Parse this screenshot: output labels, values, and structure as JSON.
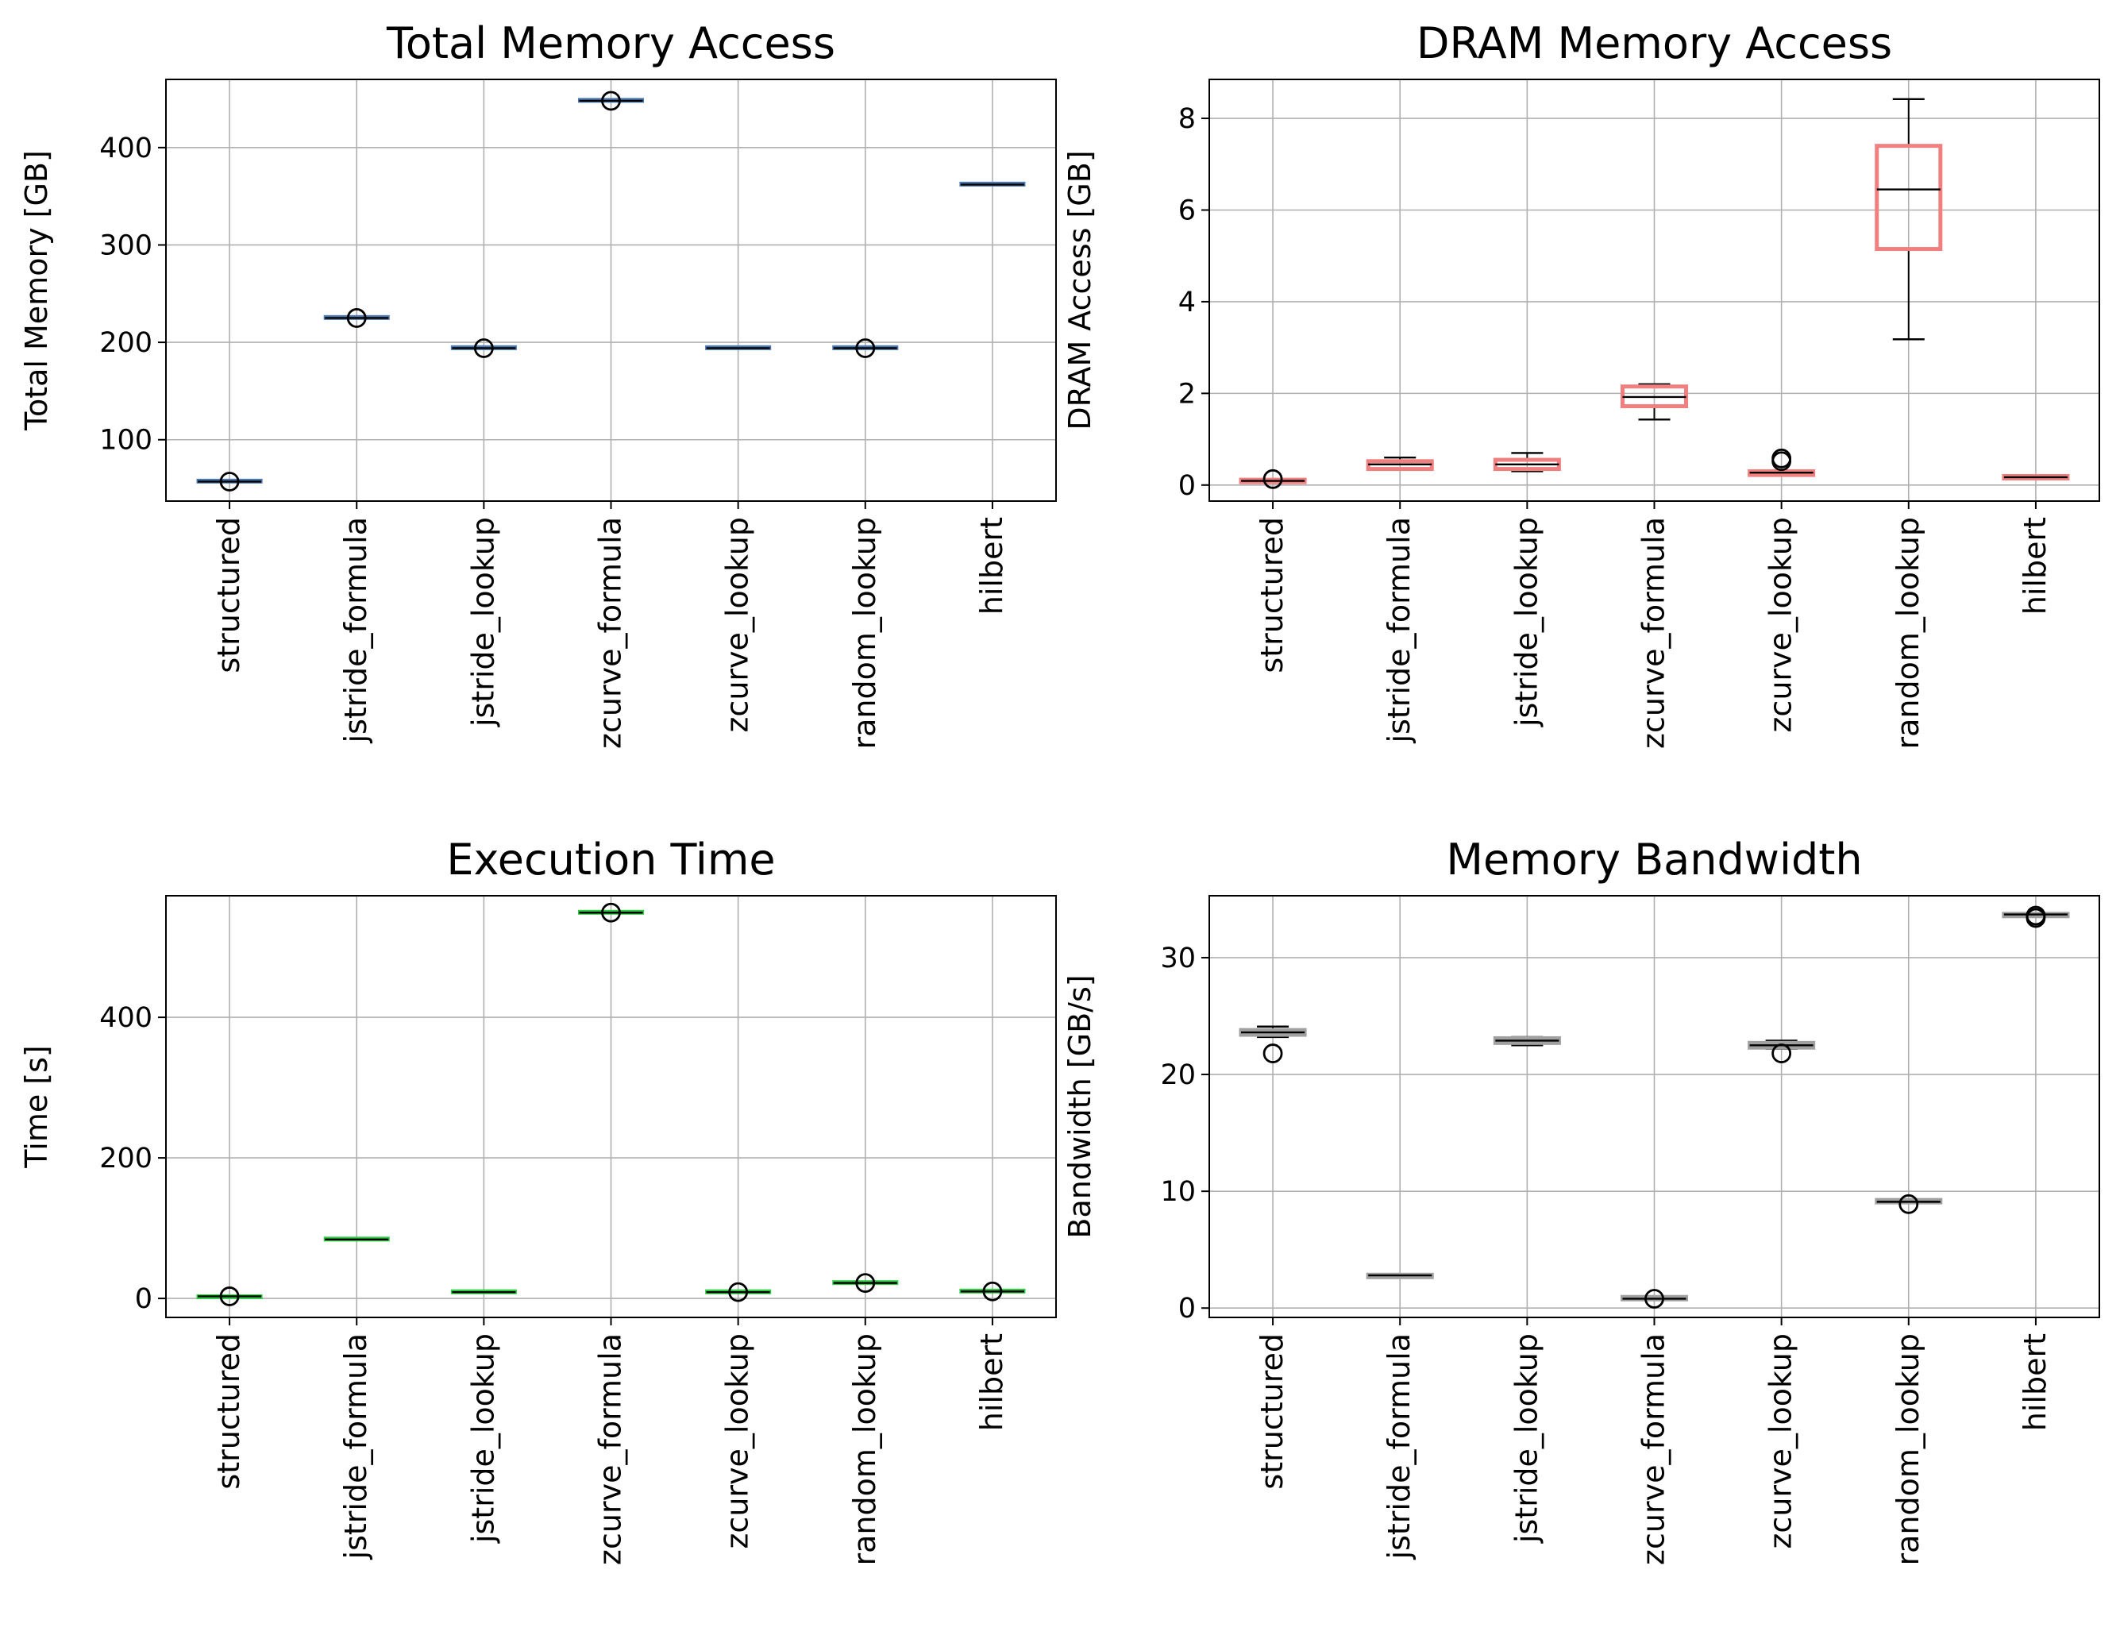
{
  "chart_data": [
    {
      "type": "boxplot",
      "title": "Total Memory Access",
      "xlabel": "",
      "ylabel": "Total Memory [GB]",
      "categories": [
        "structured",
        "jstride_formula",
        "jstride_lookup",
        "zcurve_formula",
        "zcurve_lookup",
        "random_lookup",
        "hilbert"
      ],
      "ylim": [
        37,
        470
      ],
      "yticks": [
        100,
        200,
        300,
        400
      ],
      "grid": true,
      "box_color": "#4a78b0",
      "boxes": [
        {
          "whislo": 57,
          "q1": 57,
          "med": 57,
          "q3": 58,
          "whishi": 58,
          "fliers": [
            57
          ]
        },
        {
          "whislo": 225,
          "q1": 225,
          "med": 225,
          "q3": 226,
          "whishi": 226,
          "fliers": [
            225
          ]
        },
        {
          "whislo": 194,
          "q1": 194,
          "med": 194,
          "q3": 195,
          "whishi": 195,
          "fliers": [
            194
          ]
        },
        {
          "whislo": 448,
          "q1": 448,
          "med": 448,
          "q3": 449,
          "whishi": 449,
          "fliers": [
            448
          ]
        },
        {
          "whislo": 194,
          "q1": 194,
          "med": 194,
          "q3": 195,
          "whishi": 195,
          "fliers": []
        },
        {
          "whislo": 194,
          "q1": 194,
          "med": 194,
          "q3": 195,
          "whishi": 195,
          "fliers": [
            194
          ]
        },
        {
          "whislo": 362,
          "q1": 362,
          "med": 362,
          "q3": 363,
          "whishi": 363,
          "fliers": []
        }
      ]
    },
    {
      "type": "boxplot",
      "title": "DRAM Memory Access",
      "xlabel": "",
      "ylabel": "DRAM Access [GB]",
      "categories": [
        "structured",
        "jstride_formula",
        "jstride_lookup",
        "zcurve_formula",
        "zcurve_lookup",
        "random_lookup",
        "hilbert"
      ],
      "ylim": [
        -0.35,
        8.85
      ],
      "yticks": [
        0,
        2,
        4,
        6,
        8
      ],
      "grid": true,
      "box_color": "#f08080",
      "boxes": [
        {
          "whislo": 0.07,
          "q1": 0.07,
          "med": 0.09,
          "q3": 0.11,
          "whishi": 0.12,
          "fliers": [
            0.13
          ]
        },
        {
          "whislo": 0.33,
          "q1": 0.35,
          "med": 0.45,
          "q3": 0.52,
          "whishi": 0.6,
          "fliers": []
        },
        {
          "whislo": 0.3,
          "q1": 0.35,
          "med": 0.45,
          "q3": 0.55,
          "whishi": 0.7,
          "fliers": []
        },
        {
          "whislo": 1.43,
          "q1": 1.72,
          "med": 1.92,
          "q3": 2.15,
          "whishi": 2.2,
          "fliers": []
        },
        {
          "whislo": 0.2,
          "q1": 0.22,
          "med": 0.27,
          "q3": 0.3,
          "whishi": 0.32,
          "fliers": [
            0.52,
            0.58
          ]
        },
        {
          "whislo": 3.18,
          "q1": 5.15,
          "med": 6.45,
          "q3": 7.4,
          "whishi": 8.42,
          "fliers": []
        },
        {
          "whislo": 0.15,
          "q1": 0.15,
          "med": 0.17,
          "q3": 0.19,
          "whishi": 0.19,
          "fliers": []
        }
      ]
    },
    {
      "type": "boxplot",
      "title": "Execution Time",
      "xlabel": "",
      "ylabel": "Time [s]",
      "categories": [
        "structured",
        "jstride_formula",
        "jstride_lookup",
        "zcurve_formula",
        "zcurve_lookup",
        "random_lookup",
        "hilbert"
      ],
      "ylim": [
        -27,
        573
      ],
      "yticks": [
        0,
        200,
        400
      ],
      "grid": true,
      "box_color": "#2ecc40",
      "boxes": [
        {
          "whislo": 2,
          "q1": 2,
          "med": 3,
          "q3": 3,
          "whishi": 3,
          "fliers": [
            3
          ]
        },
        {
          "whislo": 84,
          "q1": 84,
          "med": 84,
          "q3": 85,
          "whishi": 85,
          "fliers": []
        },
        {
          "whislo": 9,
          "q1": 9,
          "med": 9,
          "q3": 10,
          "whishi": 10,
          "fliers": []
        },
        {
          "whislo": 549,
          "q1": 549,
          "med": 549,
          "q3": 550,
          "whishi": 550,
          "fliers": [
            549
          ]
        },
        {
          "whislo": 9,
          "q1": 9,
          "med": 9,
          "q3": 10,
          "whishi": 10,
          "fliers": [
            9
          ]
        },
        {
          "whislo": 22,
          "q1": 22,
          "med": 22,
          "q3": 23,
          "whishi": 23,
          "fliers": [
            22
          ]
        },
        {
          "whislo": 10,
          "q1": 10,
          "med": 10,
          "q3": 11,
          "whishi": 11,
          "fliers": [
            10
          ]
        }
      ]
    },
    {
      "type": "boxplot",
      "title": "Memory Bandwidth",
      "xlabel": "",
      "ylabel": "Bandwidth [GB/s]",
      "categories": [
        "structured",
        "jstride_formula",
        "jstride_lookup",
        "zcurve_formula",
        "zcurve_lookup",
        "random_lookup",
        "hilbert"
      ],
      "ylim": [
        -0.8,
        35.3
      ],
      "yticks": [
        0,
        10,
        20,
        30
      ],
      "grid": true,
      "box_color": "#a0a0a0",
      "boxes": [
        {
          "whislo": 23.2,
          "q1": 23.4,
          "med": 23.6,
          "q3": 23.8,
          "whishi": 24.1,
          "fliers": [
            21.8
          ]
        },
        {
          "whislo": 2.7,
          "q1": 2.7,
          "med": 2.8,
          "q3": 2.8,
          "whishi": 2.8,
          "fliers": []
        },
        {
          "whislo": 22.5,
          "q1": 22.7,
          "med": 22.9,
          "q3": 23.1,
          "whishi": 23.2,
          "fliers": []
        },
        {
          "whislo": 0.8,
          "q1": 0.8,
          "med": 0.8,
          "q3": 0.9,
          "whishi": 0.9,
          "fliers": [
            0.8
          ]
        },
        {
          "whislo": 22.2,
          "q1": 22.3,
          "med": 22.5,
          "q3": 22.7,
          "whishi": 22.9,
          "fliers": [
            21.8
          ]
        },
        {
          "whislo": 9.1,
          "q1": 9.1,
          "med": 9.1,
          "q3": 9.2,
          "whishi": 9.2,
          "fliers": [
            8.9
          ]
        },
        {
          "whislo": 33.6,
          "q1": 33.6,
          "med": 33.7,
          "q3": 33.7,
          "whishi": 33.8,
          "fliers": [
            33.4,
            33.6
          ]
        }
      ]
    }
  ]
}
